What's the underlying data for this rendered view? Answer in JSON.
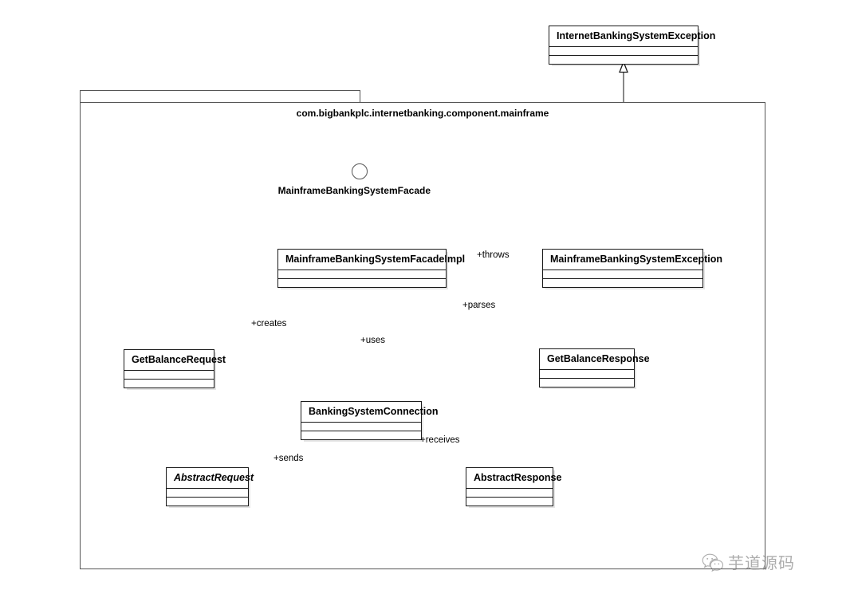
{
  "diagram": {
    "type": "uml-class-diagram",
    "package": {
      "label": "com.bigbankplc.internetbanking.component.mainframe"
    },
    "interface": {
      "label": "MainframeBankingSystemFacade",
      "notation": "lollipop-circle"
    },
    "classes": [
      {
        "id": "internet-banking-system-exception",
        "name": "InternetBankingSystemException",
        "abstract": false
      },
      {
        "id": "mainframe-banking-system-facade-impl",
        "name": "MainframeBankingSystemFacadeImpl",
        "abstract": false
      },
      {
        "id": "mainframe-banking-system-exception",
        "name": "MainframeBankingSystemException",
        "abstract": false
      },
      {
        "id": "get-balance-request",
        "name": "GetBalanceRequest",
        "abstract": false
      },
      {
        "id": "get-balance-response",
        "name": "GetBalanceResponse",
        "abstract": false
      },
      {
        "id": "banking-system-connection",
        "name": "BankingSystemConnection",
        "abstract": false
      },
      {
        "id": "abstract-request",
        "name": "AbstractRequest",
        "abstract": true
      },
      {
        "id": "abstract-response",
        "name": "AbstractResponse",
        "abstract": false
      }
    ],
    "relationships": [
      {
        "id": "throws",
        "label": "+throws",
        "from": "mainframe-banking-system-facade-impl",
        "to": "mainframe-banking-system-exception",
        "kind": "dependency"
      },
      {
        "id": "creates",
        "label": "+creates",
        "from": "mainframe-banking-system-facade-impl",
        "to": "get-balance-request",
        "kind": "dependency"
      },
      {
        "id": "uses",
        "label": "+uses",
        "from": "mainframe-banking-system-facade-impl",
        "to": "banking-system-connection",
        "kind": "dependency"
      },
      {
        "id": "parses",
        "label": "+parses",
        "from": "mainframe-banking-system-facade-impl",
        "to": "get-balance-response",
        "kind": "dependency"
      },
      {
        "id": "sends",
        "label": "+sends",
        "from": "banking-system-connection",
        "to": "abstract-request",
        "kind": "dependency"
      },
      {
        "id": "receives",
        "label": "+receives",
        "from": "banking-system-connection",
        "to": "abstract-response",
        "kind": "dependency"
      },
      {
        "id": "gen-exception",
        "label": "",
        "from": "mainframe-banking-system-exception",
        "to": "internet-banking-system-exception",
        "kind": "generalization"
      },
      {
        "id": "gen-request",
        "label": "",
        "from": "get-balance-request",
        "to": "abstract-request",
        "kind": "generalization"
      },
      {
        "id": "gen-response",
        "label": "",
        "from": "get-balance-response",
        "to": "abstract-response",
        "kind": "generalization"
      },
      {
        "id": "realization-facade",
        "label": "",
        "from": "mainframe-banking-system-facade-impl",
        "to": "interface",
        "kind": "realization-lollipop"
      }
    ],
    "colors": {
      "stroke": "#1a1a1a",
      "package_stroke": "#555555",
      "fill": "#ffffff",
      "text": "#000000",
      "watermark": "#7a7a7a"
    }
  },
  "watermark": {
    "text": "芋道源码",
    "icon": "wechat-icon"
  }
}
